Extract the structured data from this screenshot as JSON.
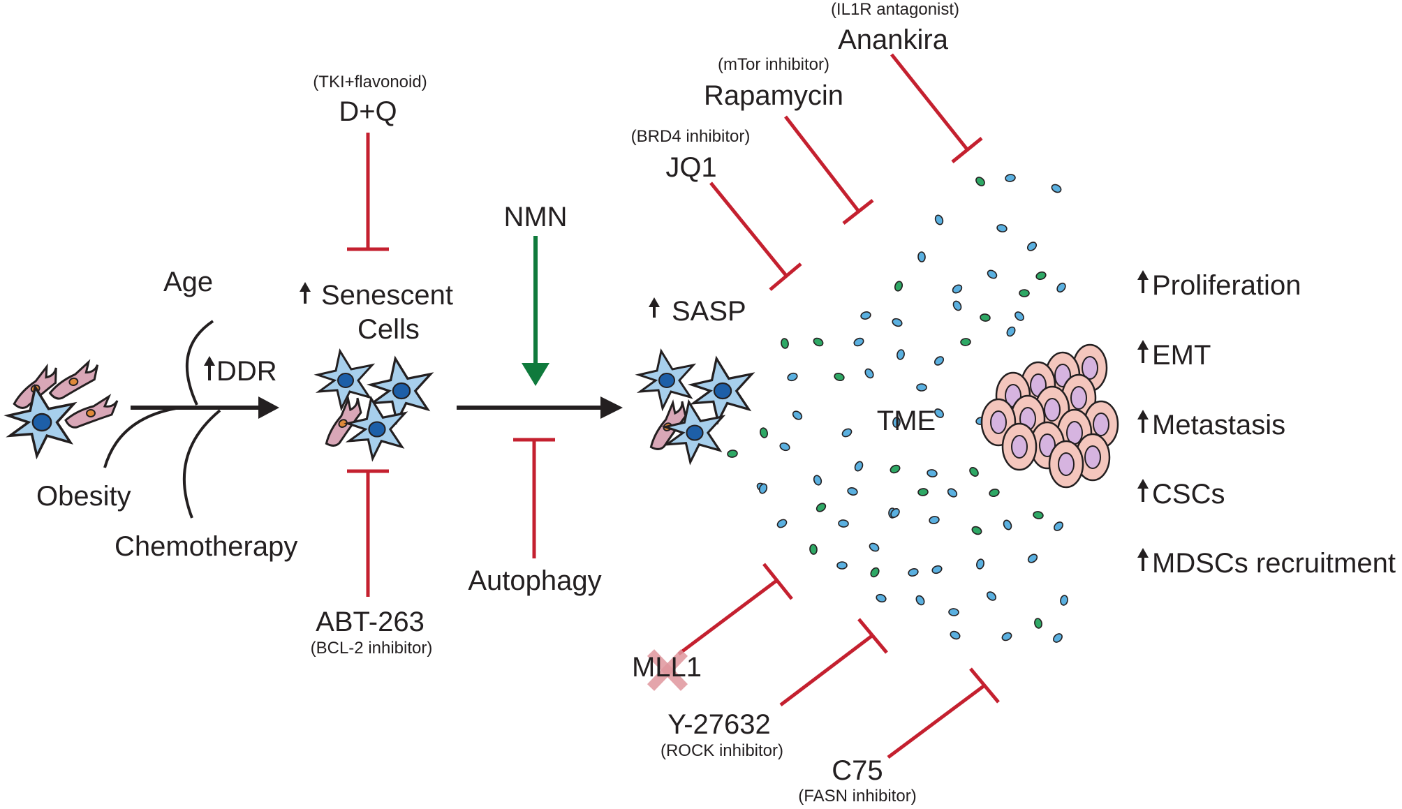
{
  "inducers": {
    "age": "Age",
    "obesity": "Obesity",
    "chemotherapy": "Chemotherapy",
    "ddr": "DDR"
  },
  "senescent": {
    "line1": "Senescent",
    "line2": "Cells"
  },
  "dq": {
    "name": "D+Q",
    "desc": "(TKI+flavonoid)"
  },
  "abt": {
    "name": "ABT-263",
    "desc": "(BCL-2 inhibitor)"
  },
  "nmn": "NMN",
  "autophagy": "Autophagy",
  "sasp": "SASP",
  "jq1": {
    "name": "JQ1",
    "desc": "(BRD4 inhibitor)"
  },
  "rapamycin": {
    "name": "Rapamycin",
    "desc": "(mTor inhibitor)"
  },
  "anankira": {
    "name": "Anankira",
    "desc": "(IL1R antagonist)"
  },
  "tme": "TME",
  "mll1": "MLL1",
  "y27632": {
    "name": "Y-27632",
    "desc": "(ROCK inhibitor)"
  },
  "c75": {
    "name": "C75",
    "desc": "(FASN inhibitor)"
  },
  "outcomes": [
    "Proliferation",
    "EMT",
    "Metastasis",
    "CSCs",
    "MDSCs recruitment"
  ],
  "colors": {
    "inhibitor_red": "#c4202f",
    "nmn_green": "#0f7a3c",
    "cell_blue": "#a7cfec",
    "nucleus_blue": "#1d5fa8",
    "cell_pink": "#d9a7b7",
    "tumor_pink": "#f4c6bd",
    "tumor_nucleus": "#d6b4e0",
    "sasp_dot_blue": "#5ab0e0",
    "sasp_dot_green": "#2ea865"
  }
}
